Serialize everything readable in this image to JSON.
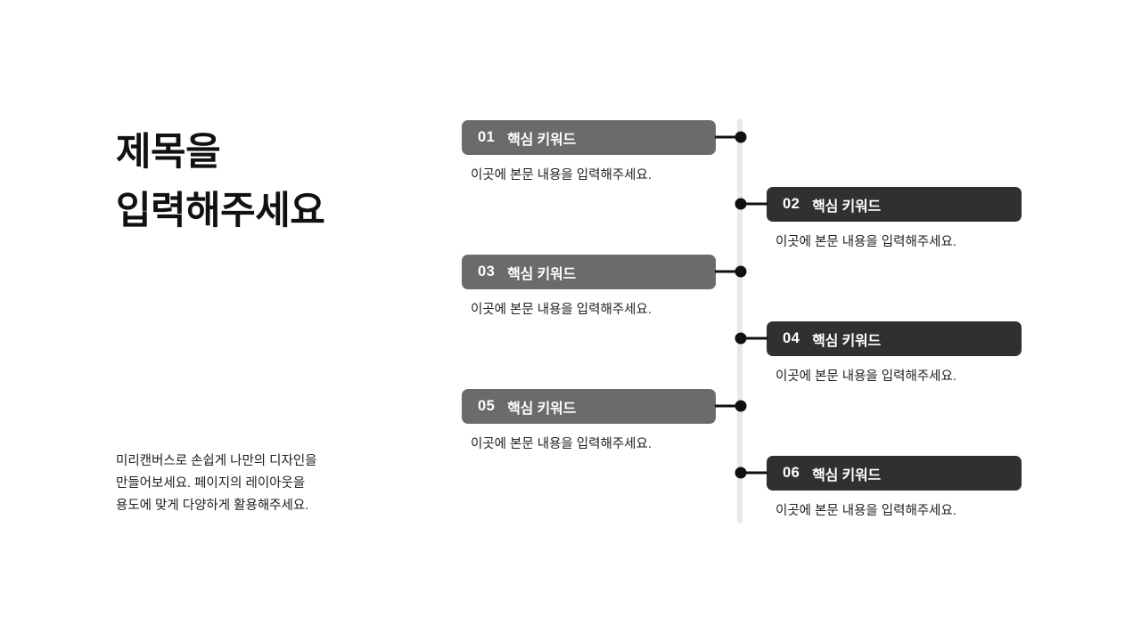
{
  "slide": {
    "background_color": "#ffffff",
    "title_lines": [
      "제목을",
      "입력해주세요"
    ],
    "description_lines": [
      "미리캔버스로 손쉽게 나만의 디자인을",
      "만들어보세요. 페이지의 레이아웃을",
      "용도에 맞게 다양하게 활용해주세요."
    ]
  },
  "theme": {
    "left_bar_color": "#6b6b6b",
    "right_bar_color": "#303030",
    "axis_color": "#e9e9e9",
    "node_color": "#111111",
    "title_color": "#111111",
    "body_color": "#1f1f1f",
    "bar_text_color": "#ffffff"
  },
  "timeline": {
    "items": [
      {
        "number": "01",
        "label": "핵심 키워드",
        "body": "이곳에 본문 내용을 입력해주세요.",
        "side": "left"
      },
      {
        "number": "02",
        "label": "핵심 키워드",
        "body": "이곳에 본문 내용을 입력해주세요.",
        "side": "right"
      },
      {
        "number": "03",
        "label": "핵심 키워드",
        "body": "이곳에 본문 내용을 입력해주세요.",
        "side": "left"
      },
      {
        "number": "04",
        "label": "핵심 키워드",
        "body": "이곳에 본문 내용을 입력해주세요.",
        "side": "right"
      },
      {
        "number": "05",
        "label": "핵심 키워드",
        "body": "이곳에 본문 내용을 입력해주세요.",
        "side": "left"
      },
      {
        "number": "06",
        "label": "핵심 키워드",
        "body": "이곳에 본문 내용을 입력해주세요.",
        "side": "right"
      }
    ]
  }
}
